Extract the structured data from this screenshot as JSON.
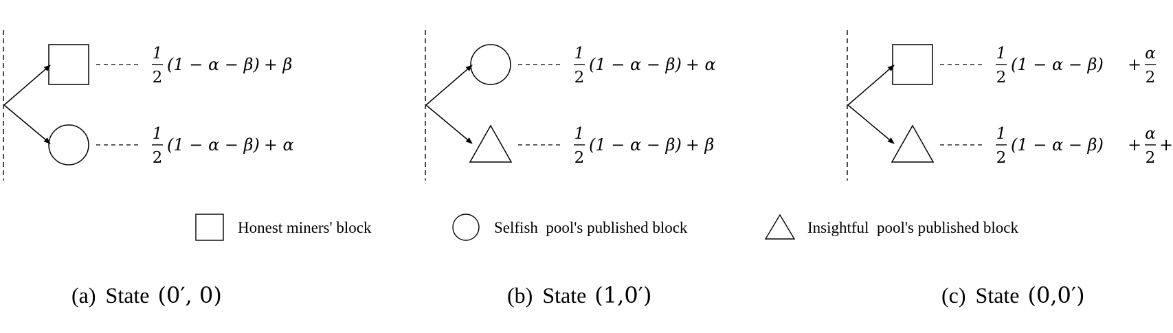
{
  "panels": [
    {
      "id": "a",
      "caption_tag": "(a)",
      "caption_state": "State",
      "caption_value": "(0′, 0)",
      "branches": [
        {
          "shape": "square",
          "formula_tail": "+ β",
          "frac_tail": null
        },
        {
          "shape": "circle",
          "formula_tail": "+ α",
          "frac_tail": null
        }
      ]
    },
    {
      "id": "b",
      "caption_tag": "(b)",
      "caption_state": "State",
      "caption_value": "(1,0′)",
      "branches": [
        {
          "shape": "circle",
          "formula_tail": "+ α",
          "frac_tail": null
        },
        {
          "shape": "triangle",
          "formula_tail": "+ β",
          "frac_tail": null
        }
      ]
    },
    {
      "id": "c",
      "caption_tag": "(c)",
      "caption_state": "State",
      "caption_value": "(0,0′)",
      "branches": [
        {
          "shape": "square",
          "formula_tail": "",
          "frac_tail": {
            "pre": "+",
            "num": "α",
            "den": "2",
            "post": ""
          }
        },
        {
          "shape": "triangle",
          "formula_tail": "",
          "frac_tail": {
            "pre": "+",
            "num": "α",
            "den": "2",
            "post": "+ β"
          }
        }
      ]
    }
  ],
  "formula_common": {
    "num": "1",
    "den": "2",
    "body": "(1 − α − β)"
  },
  "legend": [
    {
      "shape": "square",
      "label": "Honest miners' block"
    },
    {
      "shape": "circle",
      "label": "Selfish  pool's published block"
    },
    {
      "shape": "triangle",
      "label": "Insightful  pool's published block"
    }
  ],
  "colors": {
    "ink": "#000000",
    "background": "#ffffff"
  }
}
